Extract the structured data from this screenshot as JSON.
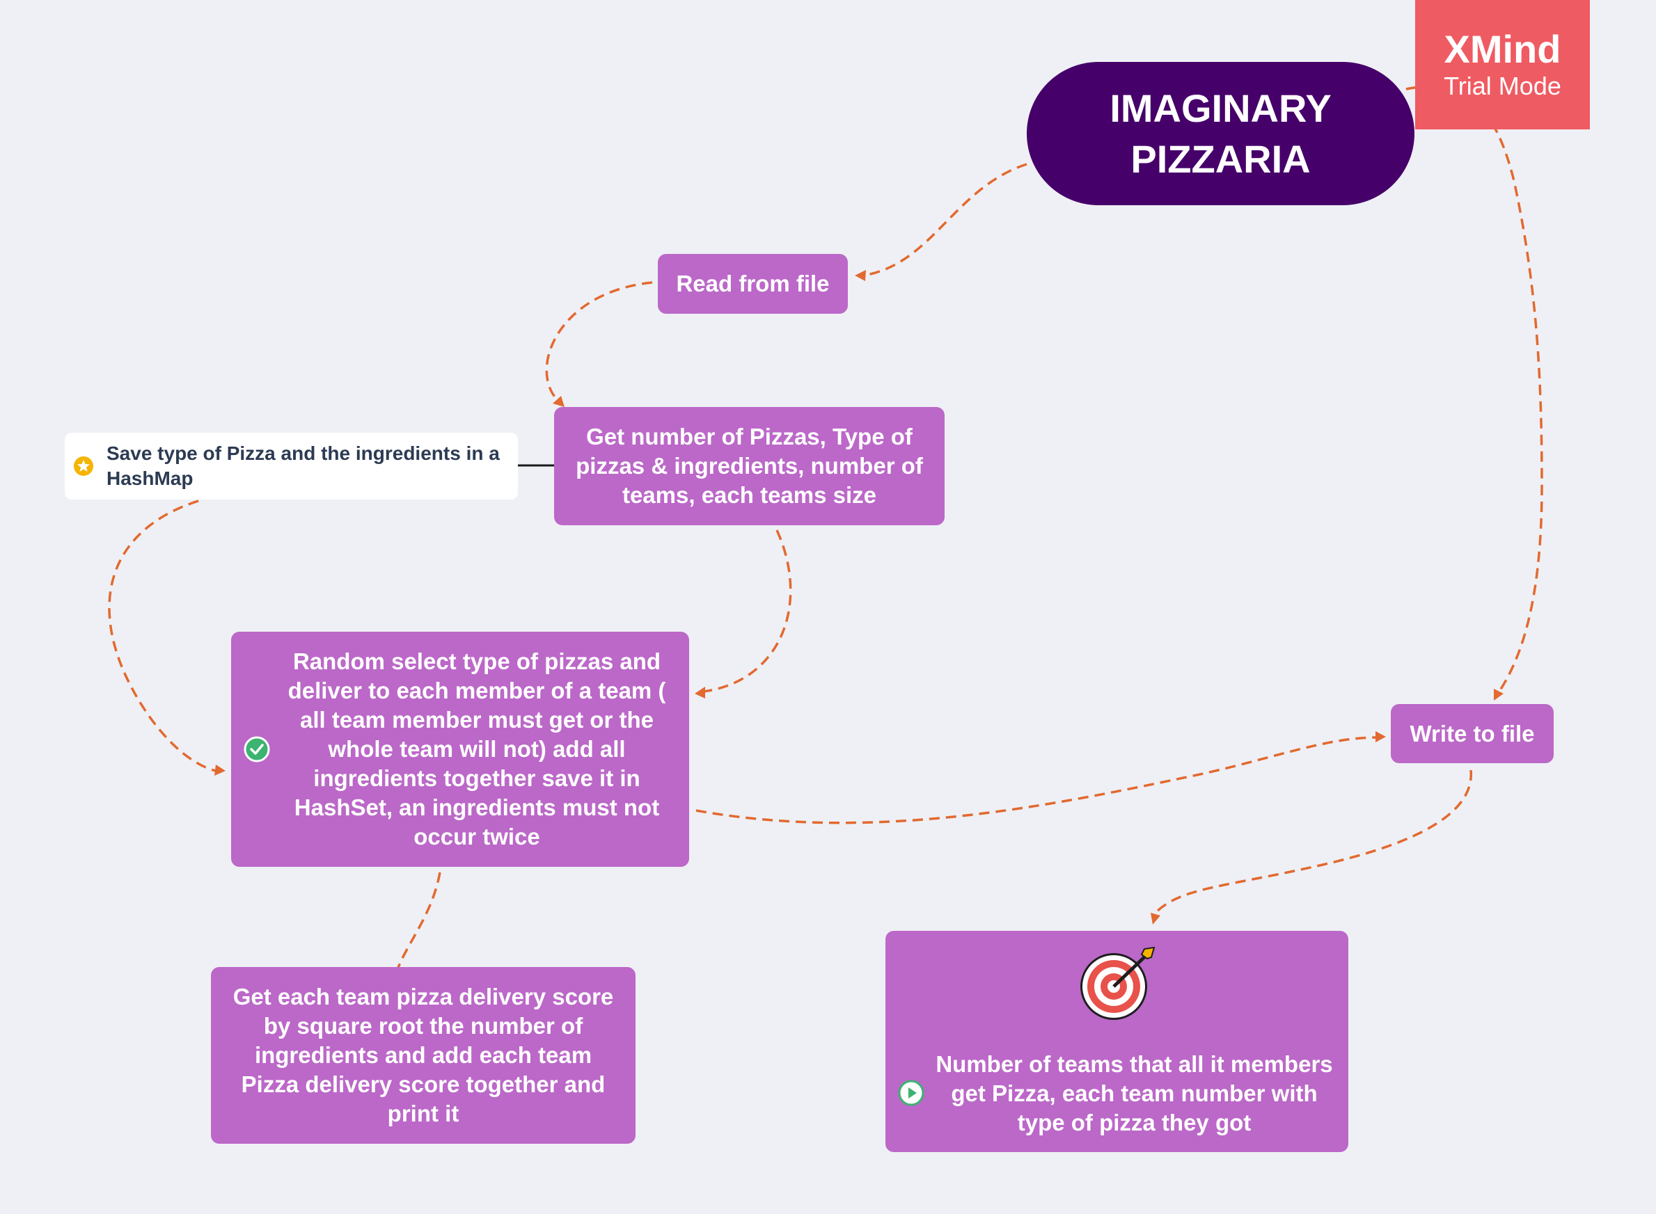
{
  "watermark": {
    "brand": "XMind",
    "mode": "Trial Mode"
  },
  "root": {
    "label": "IMAGINARY PIZZARIA"
  },
  "nodes": {
    "read_file": "Read from file",
    "get_input": "Get number of Pizzas, Type of pizzas & ingredients, number of teams, each teams size",
    "save_hashmap": "Save type of Pizza and the ingredients in a HashMap",
    "random_select": "Random select type of pizzas and deliver to each member of a team ( all team member must get or the whole team will not)  add all ingredients together save it in HashSet, an ingredients must not occur twice",
    "score": "Get each team pizza delivery score by square root the number of ingredients and add each team Pizza delivery score together and print it",
    "write_file": "Write to file",
    "result": "Number of teams that all it members get Pizza, each team number with type of pizza they got"
  },
  "icons": {
    "star": "star-icon",
    "check": "check-circle-icon",
    "play": "play-circle-icon",
    "target": "target-icon"
  },
  "colors": {
    "background": "#eff0f5",
    "root": "#46006a",
    "node": "#bb68c8",
    "connector": "#e2692f",
    "watermark": "#ef5b62"
  }
}
